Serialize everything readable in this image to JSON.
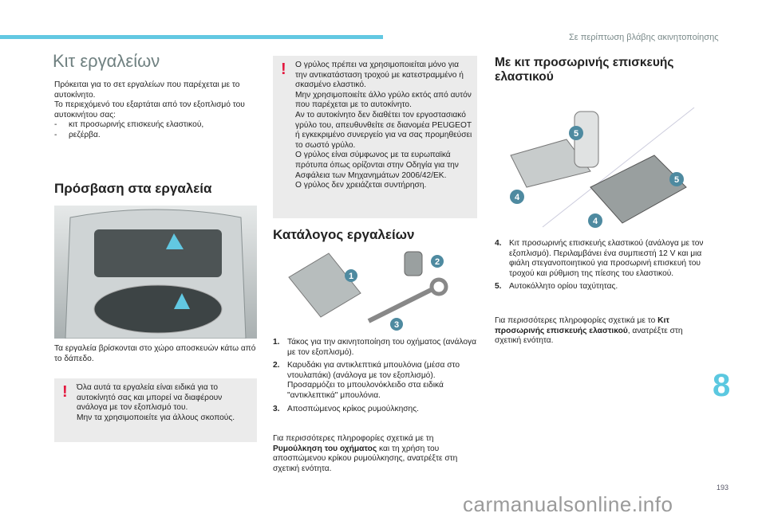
{
  "header": {
    "chapter_title": "Σε περίπτωση βλάβης ακινητοποίησης",
    "chapter_number": "8",
    "page_number": "193"
  },
  "left": {
    "title": "Κιτ εργαλείων",
    "intro": [
      "Πρόκειται για το σετ εργαλείων που παρέχεται με το αυτοκίνητο.",
      "Το περιεχόμενό του εξαρτάται από τον εξοπλισμό του αυτοκινήτου σας:"
    ],
    "bullets": [
      "κιτ προσωρινής επισκευής ελαστικού,",
      "ρεζέρβα."
    ],
    "access_heading": "Πρόσβαση στα εργαλεία",
    "caption": "Τα εργαλεία βρίσκονται στο χώρο αποσκευών κάτω από το δάπεδο.",
    "warning": "Όλα αυτά τα εργαλεία είναι ειδικά για το αυτοκίνητό σας και μπορεί να διαφέρουν ανάλογα με τον εξοπλισμό του.\nΜην τα χρησιμοποιείτε για άλλους σκοπούς."
  },
  "middle": {
    "warning": "Ο γρύλος πρέπει να χρησιμοποιείται μόνο για την αντικατάσταση τροχού με κατεστραμμένο ή σκασμένο ελαστικό.\nΜην χρησιμοποιείτε άλλο γρύλο εκτός από αυτόν που παρέχεται με το αυτοκίνητο.\nΑν το αυτοκίνητο δεν διαθέτει τον εργοστασιακό γρύλο του, απευθυνθείτε σε διανομέα PEUGEOT ή εγκεκριμένο συνεργείο για να σας προμηθεύσει το σωστό γρύλο.\nΟ γρύλος είναι σύμφωνος με τα ευρωπαϊκά πρότυπα όπως ορίζονται στην Οδηγία για την Ασφάλεια των Μηχανημάτων 2006/42/ΕΚ.\nΟ γρύλος δεν χρειάζεται συντήρηση.",
    "heading": "Κατάλογος εργαλείων",
    "callouts": [
      "1",
      "2",
      "3"
    ],
    "items": [
      {
        "num": "1.",
        "text": "Τάκος για την ακινητοποίηση του οχήματος (ανάλογα με τον εξοπλισμό)."
      },
      {
        "num": "2.",
        "text": "Καρυδάκι για αντικλεπτικά μπουλόνια (μέσα στο ντουλαπάκι) (ανάλογα με τον εξοπλισμό). Προσαρμόζει το μπουλονόκλειδο στα ειδικά \"αντικλεπτικά\" μπουλόνια."
      },
      {
        "num": "3.",
        "text": "Αποσπώμενος κρίκος ρυμούλκησης."
      }
    ],
    "more_pre": "Για περισσότερες πληροφορίες σχετικά με τη ",
    "more_bold": "Ρυμούλκηση του οχήματος",
    "more_post": " και τη χρήση του αποσπώμενου κρίκου ρυμούλκησης, ανατρέξτε στη σχετική ενότητα."
  },
  "right": {
    "heading": "Με κιτ προσωρινής επισκευής ελαστικού",
    "callouts": [
      "5",
      "5",
      "4",
      "4"
    ],
    "items": [
      {
        "num": "4.",
        "text": "Κιτ προσωρινής επισκευής ελαστικού (ανάλογα με τον εξοπλισμό). Περιλαμβάνει ένα συμπιεστή 12 V και μια φιάλη στεγανοποιητικού για προσωρινή επισκευή του τροχού και ρύθμιση της πίεσης του ελαστικού."
      },
      {
        "num": "5.",
        "text": "Αυτοκόλλητο ορίου ταχύτητας."
      }
    ],
    "more_pre": "Για περισσότερες πληροφορίες σχετικά με το ",
    "more_bold": "Κιτ προσωρινής επισκευής ελαστικού",
    "more_post": ", ανατρέξτε στη σχετική ενότητα."
  },
  "watermark": "carmanualsonline.info",
  "colors": {
    "accent": "#62c8e2",
    "warning": "#e3173e",
    "callout": "#4e8aa0"
  }
}
